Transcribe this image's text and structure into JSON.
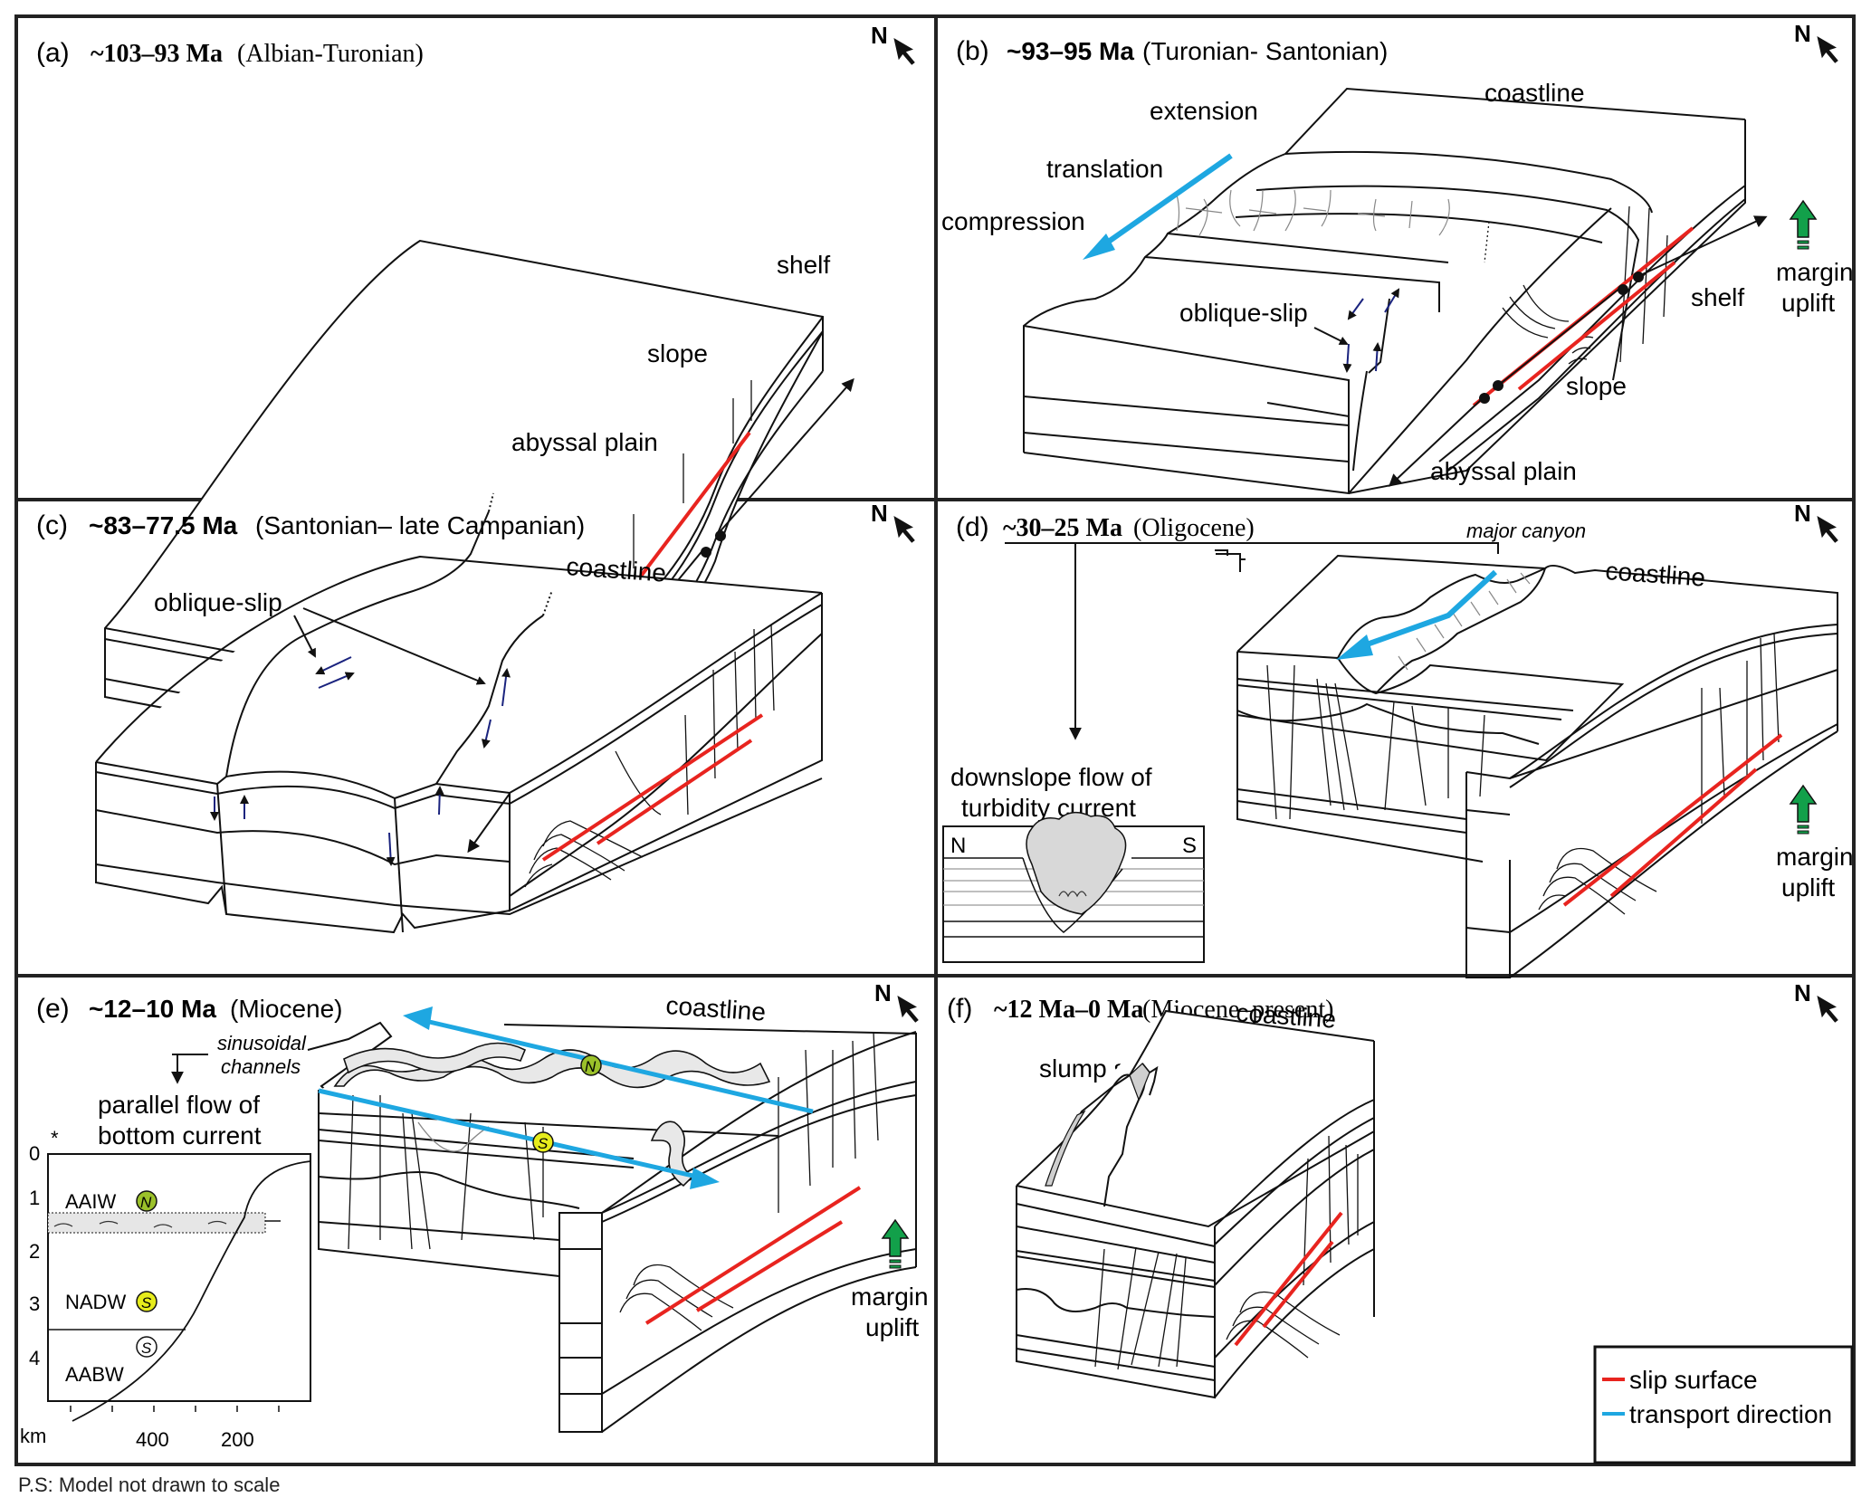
{
  "figure": {
    "note": "P.S: Model not drawn to scale",
    "north_label": "N",
    "colors": {
      "slip_surface": "#e8241f",
      "transport_direction": "#1ea7e1",
      "fault_arrows": "#1a237e",
      "uplift_arrow": "#12a04a",
      "water_mass_N": "#9bc12a",
      "water_mass_S": "#e6ec1c"
    }
  },
  "panels": {
    "a": {
      "letter": "(a)",
      "age": "~103–93 Ma",
      "period": "(Albian-Turonian)",
      "labels": {
        "shelf": "shelf",
        "slope": "slope",
        "abyssal": "abyssal plain"
      }
    },
    "b": {
      "letter": "(b)",
      "age": "~93–95 Ma",
      "period": "(Turonian- Santonian)",
      "labels": {
        "coastline": "coastline",
        "extension": "extension",
        "translation": "translation",
        "compression": "compression",
        "oblique_slip": "oblique-slip",
        "shelf": "shelf",
        "slope": "slope",
        "abyssal": "abyssal plain",
        "margin": "margin",
        "uplift": "uplift"
      }
    },
    "c": {
      "letter": "(c)",
      "age": "~83–77.5 Ma",
      "period": "(Santonian– late Campanian)",
      "labels": {
        "coastline": "coastline",
        "oblique_slip": "oblique-slip"
      }
    },
    "d": {
      "letter": "(d)",
      "age": "~30–25  Ma",
      "period": "(Oligocene)",
      "labels": {
        "major_canyon": "major canyon",
        "coastline": "coastline",
        "downslope_1": "downslope flow of",
        "downslope_2": "turbidity current",
        "inset_n": "N",
        "inset_s": "S",
        "margin": "margin",
        "uplift": "uplift"
      }
    },
    "e": {
      "letter": "(e)",
      "age": "~12–10 Ma",
      "period": "(Miocene)",
      "labels": {
        "coastline": "coastline",
        "sinusoidal": "sinusoidal",
        "channels": "channels",
        "parallel_1": "parallel flow of",
        "parallel_2": "bottom current",
        "margin": "margin",
        "uplift": "uplift",
        "badge_n": "N",
        "badge_s": "S"
      },
      "inset": {
        "star": "*",
        "depth_ticks": [
          "0",
          "1",
          "2",
          "3",
          "4"
        ],
        "depth_unit": "km",
        "distance_ticks": [
          "400",
          "200"
        ],
        "water_masses": [
          {
            "name": "AAIW",
            "badge": "N"
          },
          {
            "name": "NADW",
            "badge": "S"
          },
          {
            "name": "AABW",
            "badge": "S"
          }
        ]
      }
    },
    "f": {
      "letter": "(f)",
      "age": "~12 Ma–0 Ma",
      "period": "(Miocene–present)",
      "labels": {
        "coastline": "coastline",
        "slump_scar": "slump scar"
      },
      "legend": [
        {
          "label": "slip surface",
          "color": "#e8241f"
        },
        {
          "label": "transport direction",
          "color": "#1ea7e1"
        }
      ]
    }
  }
}
